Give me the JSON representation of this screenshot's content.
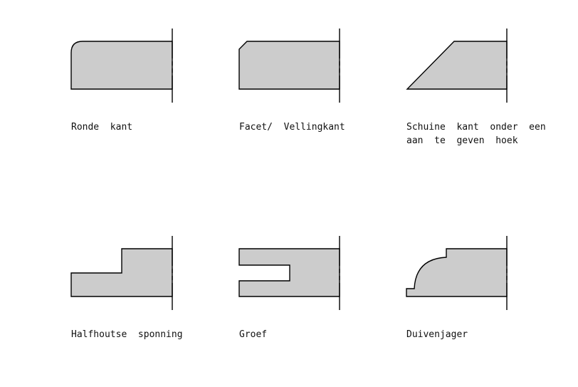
{
  "profiles": [
    {
      "id": "ronde-kant",
      "label_lines": [
        "Ronde  kant"
      ]
    },
    {
      "id": "facet-vellingkant",
      "label_lines": [
        "Facet/  Vellingkant"
      ]
    },
    {
      "id": "schuine-kant",
      "label_lines": [
        "Schuine  kant  onder  een",
        "aan  te  geven  hoek"
      ]
    },
    {
      "id": "halfhoutse-sponning",
      "label_lines": [
        "Halfhoutse  sponning"
      ]
    },
    {
      "id": "groef",
      "label_lines": [
        "Groef"
      ]
    },
    {
      "id": "duivenjager",
      "label_lines": [
        "Duivenjager"
      ]
    }
  ],
  "colors": {
    "fill": "#cccccc",
    "stroke": "#000000"
  }
}
